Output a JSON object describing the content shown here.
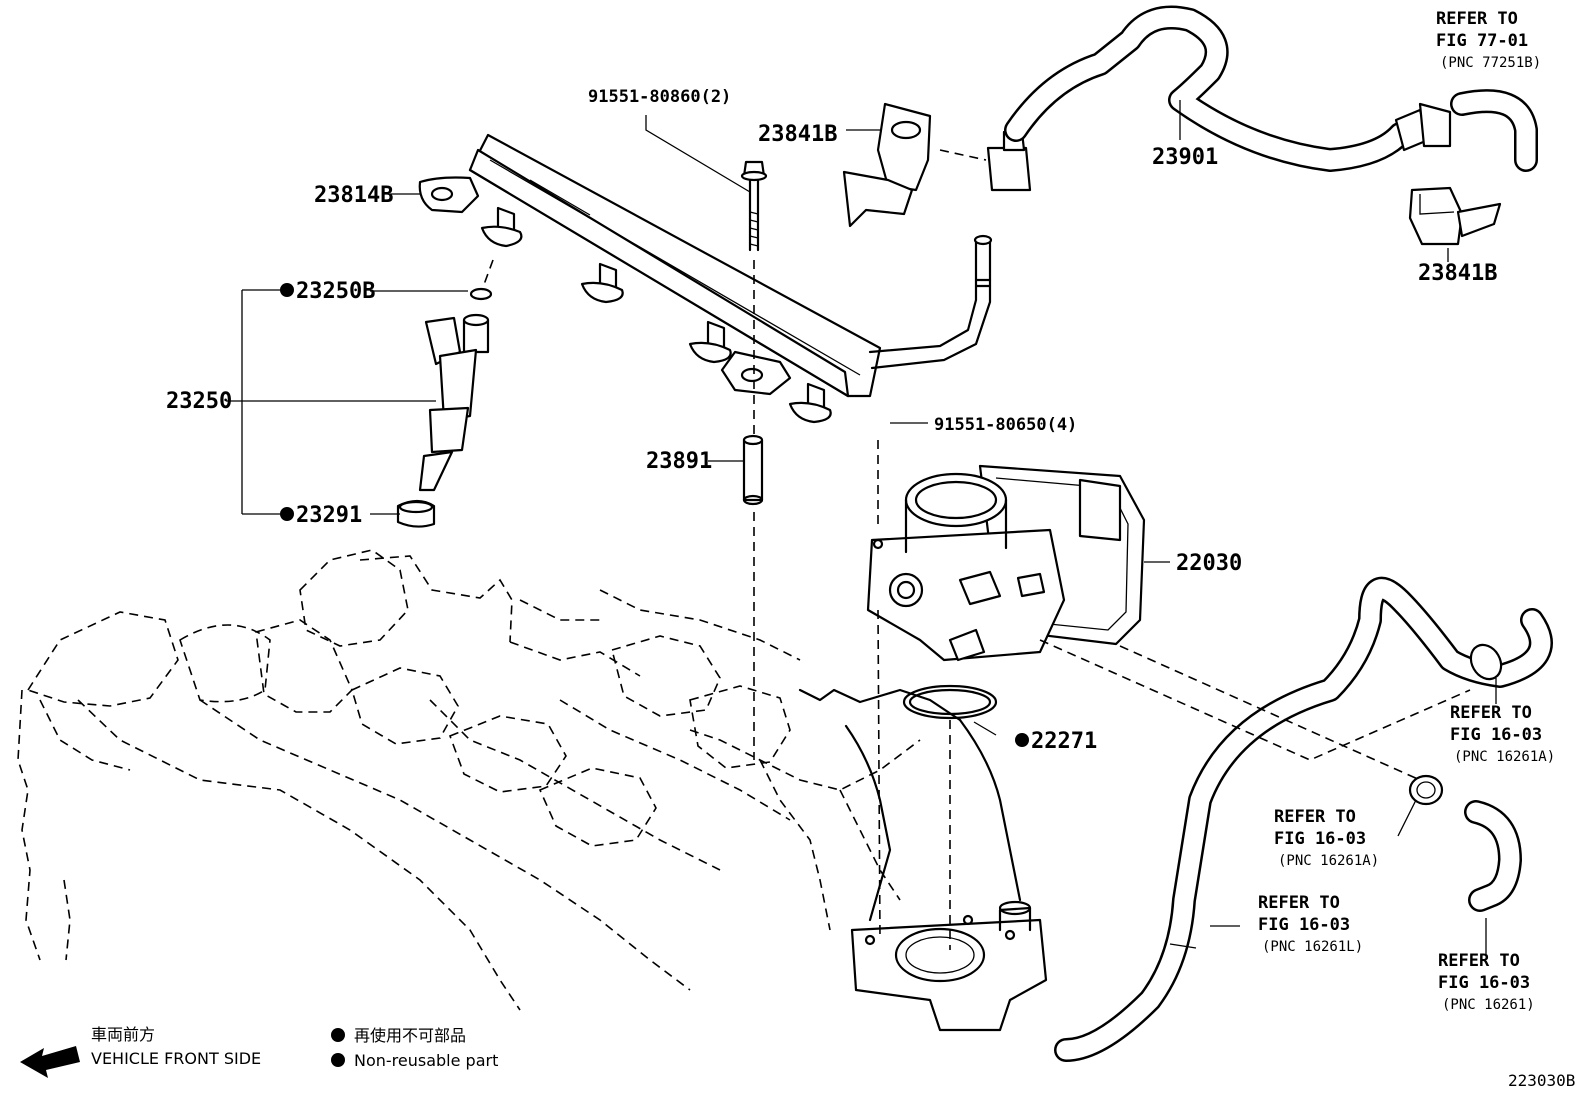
{
  "parts": {
    "p_91551_80860": "91551-80860(2)",
    "p_23841b_top": "23841B",
    "p_23814b": "23814B",
    "p_23250b": "23250B",
    "p_23250": "23250",
    "p_23291": "23291",
    "p_23891": "23891",
    "p_91551_80650": "91551-80650(4)",
    "p_22030": "22030",
    "p_22271": "22271",
    "p_23901": "23901",
    "p_23841b_right": "23841B"
  },
  "references": {
    "r1": {
      "line1": "REFER TO",
      "line2": "FIG 77-01",
      "pnc": "(PNC 77251B)"
    },
    "r2": {
      "line1": "REFER TO",
      "line2": "FIG 16-03",
      "pnc": "(PNC 16261A)"
    },
    "r3": {
      "line1": "REFER TO",
      "line2": "FIG 16-03",
      "pnc": "(PNC 16261A)"
    },
    "r4": {
      "line1": "REFER TO",
      "line2": "FIG 16-03",
      "pnc": "(PNC 16261L)"
    },
    "r5": {
      "line1": "REFER TO",
      "line2": "FIG 16-03",
      "pnc": "(PNC 16261)"
    }
  },
  "legend": {
    "front_jp": "車両前方",
    "front_en": "VEHICLE FRONT SIDE",
    "nonreuse_jp": "再使用不可部品",
    "nonreuse_en": "Non-reusable part"
  },
  "figure_id": "223030B"
}
